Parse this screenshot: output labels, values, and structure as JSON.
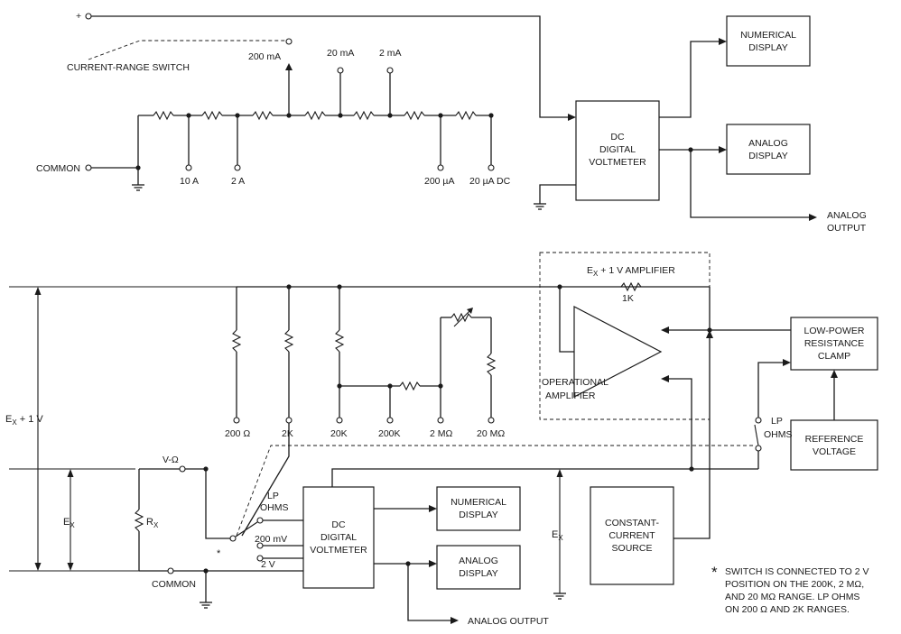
{
  "top_circuit": {
    "plus_label": "+",
    "current_range_switch": "CURRENT-RANGE SWITCH",
    "common": "COMMON",
    "taps": {
      "t200ma": "200 mA",
      "t20ma": "20 mA",
      "t2ma": "2 mA",
      "t10a": "10 A",
      "t2a": "2 A",
      "t200ua": "200 µA",
      "t20uadc": "20 µA DC"
    },
    "dvm": [
      "DC",
      "DIGITAL",
      "VOLTMETER"
    ],
    "numerical_display": [
      "NUMERICAL",
      "DISPLAY"
    ],
    "analog_display": [
      "ANALOG",
      "DISPLAY"
    ],
    "analog_output": [
      "ANALOG",
      "OUTPUT"
    ]
  },
  "bottom_circuit": {
    "amplifier_title": "E",
    "amplifier_title_sub": "X",
    "amplifier_title_rest": " + 1 V AMPLIFIER",
    "feedback_resistor": "1K",
    "op_amp": [
      "OPERATIONAL",
      "AMPLIFIER"
    ],
    "low_power_clamp": [
      "LOW-POWER",
      "RESISTANCE",
      "CLAMP"
    ],
    "reference_voltage": [
      "REFERENCE",
      "VOLTAGE"
    ],
    "lp_ohms_right": [
      "LP",
      "OHMS"
    ],
    "constant_current": [
      "CONSTANT-",
      "CURRENT",
      "SOURCE"
    ],
    "ranges": {
      "r200": "200 Ω",
      "r2k": "2K",
      "r20k": "20K",
      "r200k": "200K",
      "r2m": "2 MΩ",
      "r20m": "20 MΩ"
    },
    "ex_plus_1v": "E",
    "ex_plus_1v_sub": "X",
    "ex_plus_1v_rest": " + 1 V",
    "ex_left": "E",
    "ex_left_sub": "X",
    "ex_mid": "E",
    "ex_mid_sub": "X",
    "rx": "R",
    "rx_sub": "X",
    "v_ohm": "V-Ω",
    "common": "COMMON",
    "switch_positions": {
      "lp_ohms": [
        "LP",
        "OHMS"
      ],
      "mv200": "200 mV",
      "v2": "2 V"
    },
    "asterisk": "*",
    "dvm": [
      "DC",
      "DIGITAL",
      "VOLTMETER"
    ],
    "numerical_display": [
      "NUMERICAL",
      "DISPLAY"
    ],
    "analog_display": [
      "ANALOG",
      "DISPLAY"
    ],
    "analog_output": "ANALOG OUTPUT"
  },
  "footnote": {
    "star": "*",
    "lines": [
      "SWITCH IS CONNECTED TO 2 V",
      "POSITION ON THE 200K, 2 MΩ,",
      "AND 20 MΩ RANGE. LP OHMS",
      "ON 200 Ω AND 2K RANGES."
    ]
  }
}
